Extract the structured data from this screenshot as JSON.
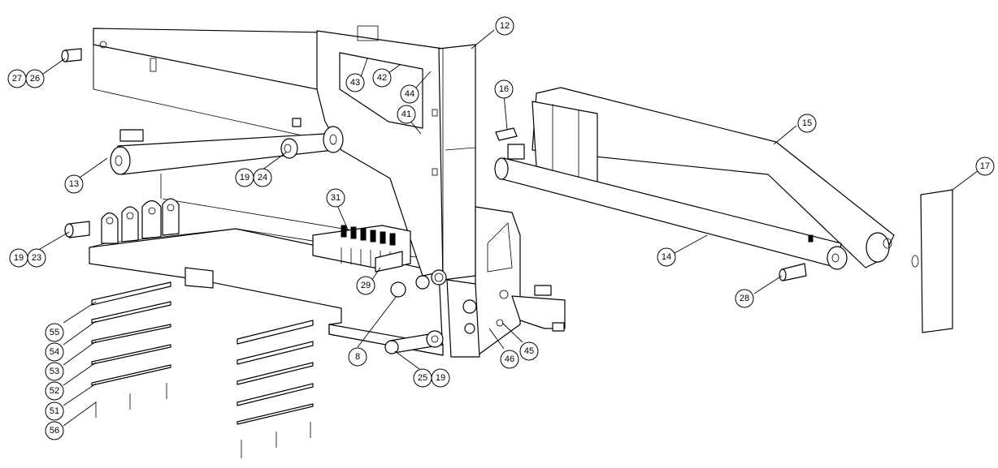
{
  "callouts": [
    {
      "id": "c12",
      "label": "12"
    },
    {
      "id": "c15",
      "label": "15"
    },
    {
      "id": "c16",
      "label": "16"
    },
    {
      "id": "c17",
      "label": "17"
    },
    {
      "id": "c27",
      "label": "27"
    },
    {
      "id": "c26",
      "label": "26"
    },
    {
      "id": "c43",
      "label": "43"
    },
    {
      "id": "c42",
      "label": "42"
    },
    {
      "id": "c44",
      "label": "44"
    },
    {
      "id": "c41",
      "label": "41"
    },
    {
      "id": "c13",
      "label": "13"
    },
    {
      "id": "c19a",
      "label": "19"
    },
    {
      "id": "c24",
      "label": "24"
    },
    {
      "id": "c31",
      "label": "31"
    },
    {
      "id": "c19b",
      "label": "19"
    },
    {
      "id": "c23",
      "label": "23"
    },
    {
      "id": "c29",
      "label": "29"
    },
    {
      "id": "c14",
      "label": "14"
    },
    {
      "id": "c28",
      "label": "28"
    },
    {
      "id": "c55",
      "label": "55"
    },
    {
      "id": "c54",
      "label": "54"
    },
    {
      "id": "c53",
      "label": "53"
    },
    {
      "id": "c52",
      "label": "52"
    },
    {
      "id": "c51",
      "label": "51"
    },
    {
      "id": "c56",
      "label": "56"
    },
    {
      "id": "c8",
      "label": "8"
    },
    {
      "id": "c46",
      "label": "46"
    },
    {
      "id": "c45",
      "label": "45"
    },
    {
      "id": "c25",
      "label": "25"
    },
    {
      "id": "c19c",
      "label": "19"
    }
  ]
}
